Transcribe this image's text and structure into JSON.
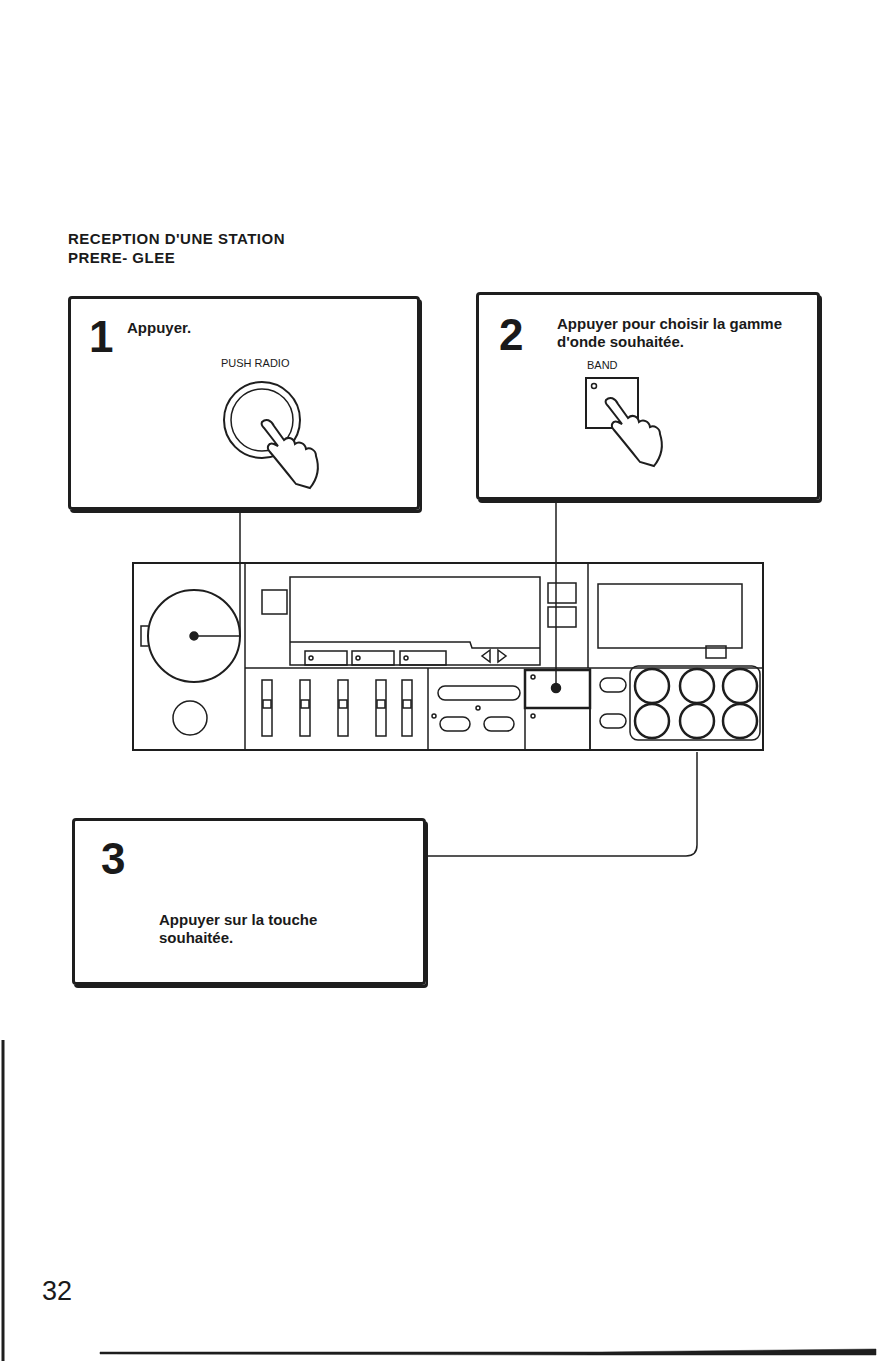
{
  "diagram": {
    "title": "RECEPTION D'UNE STATION PRERE- GLEE",
    "nodes": [
      {
        "text": [
          "1",
          "Appuyer.",
          "PUSH RADIO"
        ]
      },
      {
        "text": [
          "2",
          "Appuyer pour choisir la gamme d'onde souhaitée.",
          "BAND"
        ]
      },
      {
        "text": [
          "3",
          "Appuyer sur la touche souhaitée."
        ]
      }
    ],
    "labels": [
      "32"
    ]
  }
}
